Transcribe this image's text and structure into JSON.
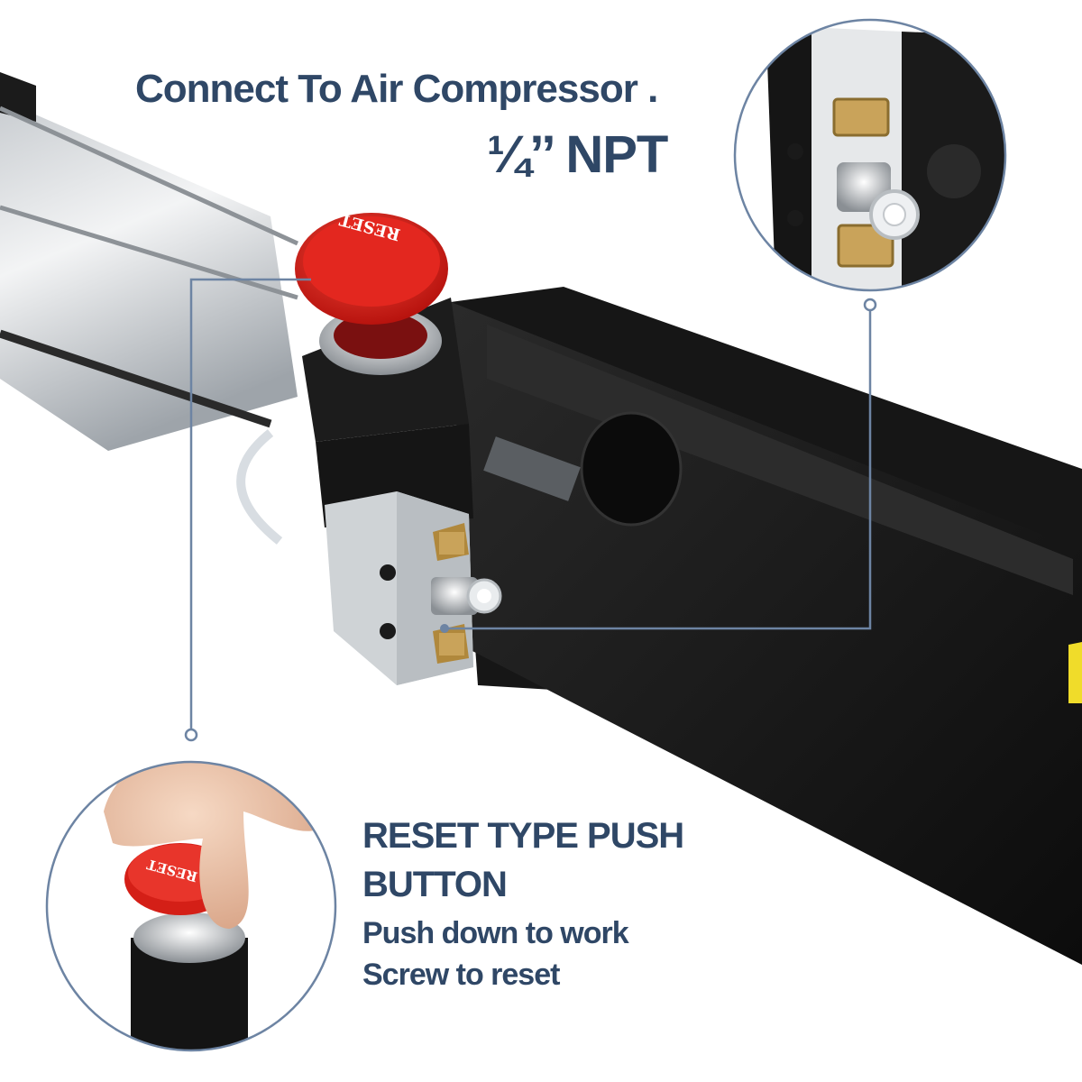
{
  "headline": "Connect To Air Compressor .",
  "fitting_spec": "¼’’ NPT",
  "feature": {
    "title": "RESET TYPE PUSH BUTTON",
    "lines": [
      "Push down to work",
      "Screw to reset"
    ]
  },
  "button_label_reset": "RESET",
  "colors": {
    "text": "#2f4766",
    "callout_line": "#6d84a3",
    "button_red": "#e0251e",
    "housing_black": "#111111",
    "cylinder_silver": "#d9dde0",
    "valve_block": "#cfd3d6",
    "brass": "#c9a35a"
  }
}
